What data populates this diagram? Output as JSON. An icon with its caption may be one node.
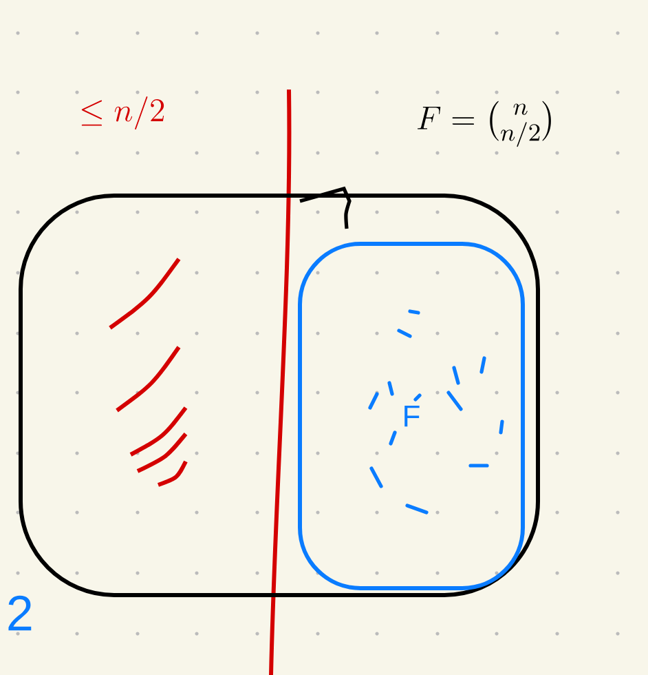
{
  "diagram": {
    "nodes": [
      {
        "text": [],
        "shape": "box"
      },
      {
        "text": [
          "F"
        ],
        "in": 0
      }
    ],
    "labels": [
      "\\le n/2",
      "F = \\binom{n}{n/2}",
      "2"
    ]
  }
}
